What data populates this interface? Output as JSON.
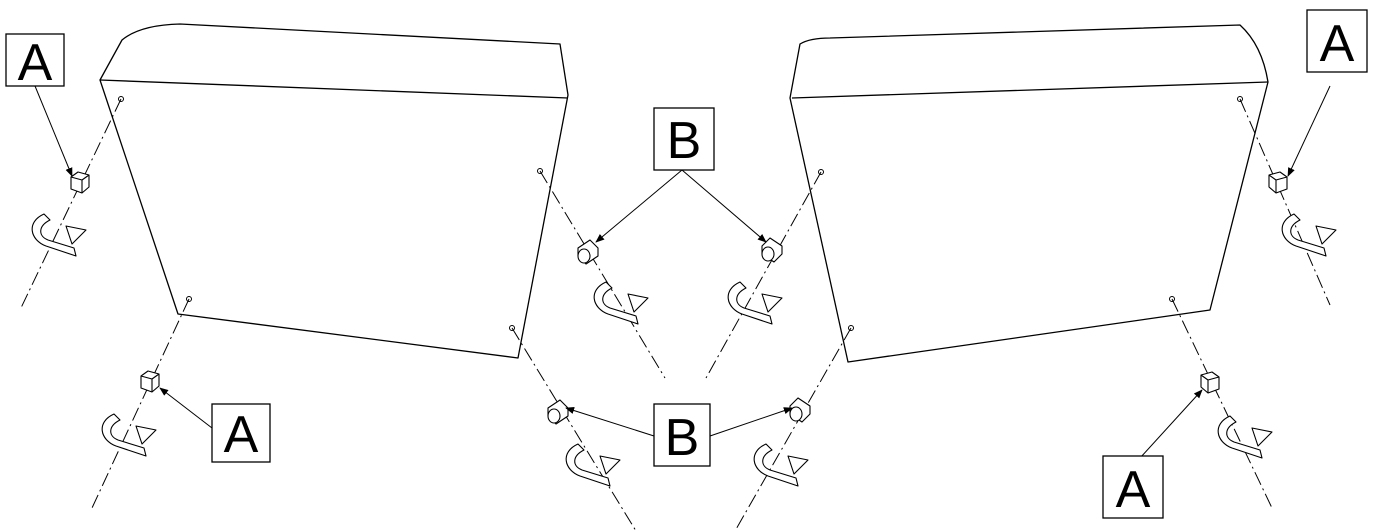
{
  "callouts": {
    "a_top_left": "A",
    "a_top_right": "A",
    "a_bottom_left": "A",
    "a_bottom_right": "A",
    "b_top": "B",
    "b_bottom": "B"
  },
  "colors": {
    "line": "#000000",
    "background": "#ffffff"
  }
}
